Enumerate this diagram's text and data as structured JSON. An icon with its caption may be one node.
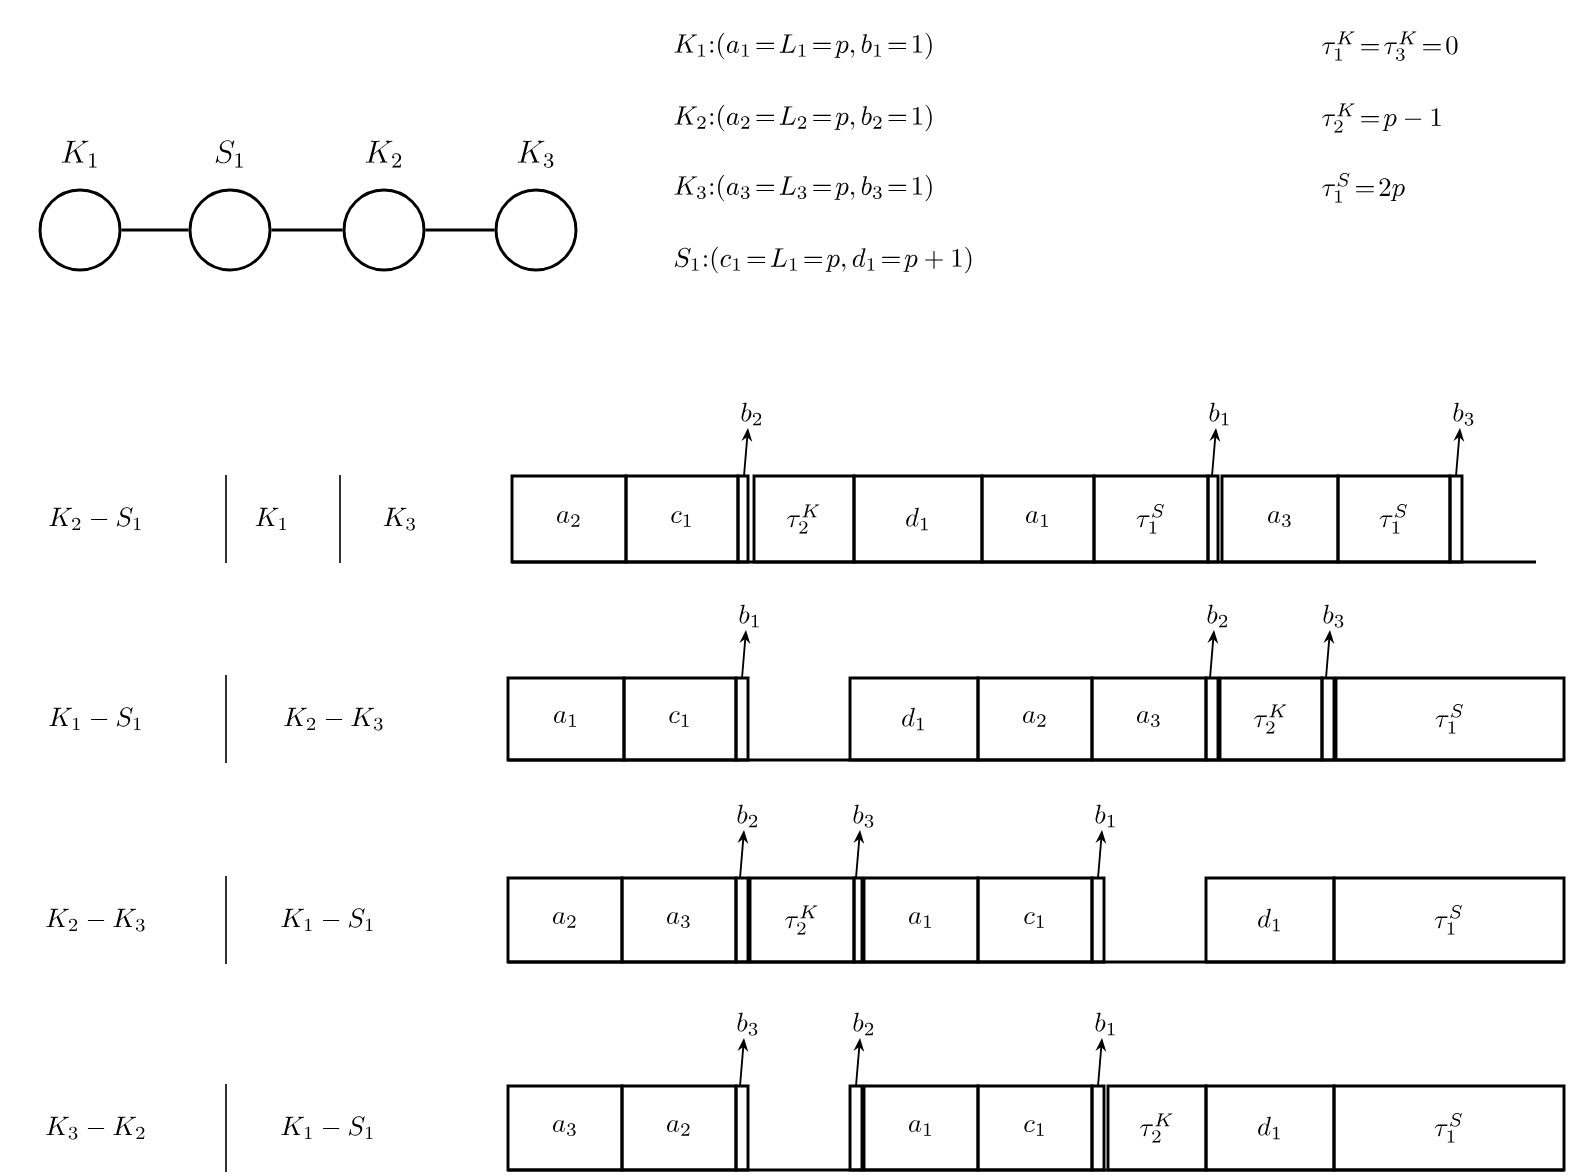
{
  "diagram": {
    "nodes": [
      {
        "text": [
          "K_1"
        ]
      },
      {
        "text": [
          "S_1"
        ]
      },
      {
        "text": [
          "K_2"
        ]
      },
      {
        "text": [
          "K_3"
        ]
      },
      {
        "text": [
          "a_2"
        ]
      },
      {
        "text": [
          "c_1"
        ]
      },
      {
        "text": [],
        "shape": "box"
      },
      {
        "text": [
          "\\tau_2^K"
        ]
      },
      {
        "text": [
          "d_1"
        ]
      },
      {
        "text": [
          "a_1"
        ]
      },
      {
        "text": [
          "\\tau_1^S"
        ]
      },
      {
        "text": [],
        "shape": "box"
      },
      {
        "text": [
          "a_3"
        ]
      },
      {
        "text": [
          "\\tau_1^S"
        ]
      },
      {
        "text": [],
        "shape": "box"
      },
      {
        "text": [
          "a_1"
        ]
      },
      {
        "text": [
          "c_1"
        ]
      },
      {
        "text": [],
        "shape": "box"
      },
      {
        "text": [
          "d_1"
        ]
      },
      {
        "text": [
          "a_2"
        ]
      },
      {
        "text": [
          "a_3"
        ]
      },
      {
        "text": [],
        "shape": "box"
      },
      {
        "text": [
          "\\tau_2^K"
        ]
      },
      {
        "text": [],
        "shape": "box"
      },
      {
        "text": [
          "\\tau_1^S"
        ]
      },
      {
        "text": [
          "a_2"
        ]
      },
      {
        "text": [
          "a_3"
        ]
      },
      {
        "text": [],
        "shape": "box"
      },
      {
        "text": [
          "\\tau_2^K"
        ]
      },
      {
        "text": [],
        "shape": "box"
      },
      {
        "text": [
          "a_1"
        ]
      },
      {
        "text": [
          "c_1"
        ]
      },
      {
        "text": [],
        "shape": "box"
      },
      {
        "text": [
          "d_1"
        ]
      },
      {
        "text": [
          "\\tau_1^S"
        ]
      },
      {
        "text": [
          "a_3"
        ]
      },
      {
        "text": [
          "a_2"
        ]
      },
      {
        "text": [],
        "shape": "box"
      },
      {
        "text": [],
        "shape": "box"
      },
      {
        "text": [
          "a_1"
        ]
      },
      {
        "text": [
          "c_1"
        ]
      },
      {
        "text": [],
        "shape": "box"
      },
      {
        "text": [
          "\\tau_2^K"
        ]
      },
      {
        "text": [
          "d_1"
        ]
      },
      {
        "text": [
          "\\tau_1^S"
        ]
      }
    ],
    "edges": [
      {
        "from": 0,
        "to": 1,
        "arrow": "none"
      },
      {
        "from": 1,
        "to": 2,
        "arrow": "none"
      },
      {
        "from": 2,
        "to": 3,
        "arrow": "none"
      }
    ],
    "labels": [
      "K_1\\colon\\! (a_1\\!=\\!L_1\\!=\\!p, b_1\\!=\\!1)",
      "\\tau_1^K\\!=\\!\\tau_3^K\\!=\\!0",
      "K_2\\colon\\! (a_2\\!=\\!L_2\\!=\\!p, b_2\\!=\\!1)",
      "\\tau_2^K\\!=\\!p-1",
      "K_3\\colon\\! (a_3\\!=\\!L_3\\!=\\!p, b_3\\!=\\!1)",
      "\\tau_1^S\\!=\\!2p",
      "S_1\\colon\\! (c_1\\!=\\!L_1\\!=\\!p, d_1\\!=\\!p+1)",
      "b_2",
      "b_1",
      "b_3",
      "K_2-S_1",
      "K_1",
      "K_3",
      "b_1",
      "b_2",
      "b_3",
      "K_1-S_1",
      "K_2-K_3",
      "b_2",
      "b_3",
      "b_1",
      "K_2-K_3",
      "K_1-S_1",
      "b_3",
      "b_2",
      "b_1",
      "K_3-K_2",
      "K_1-S_1"
    ]
  }
}
